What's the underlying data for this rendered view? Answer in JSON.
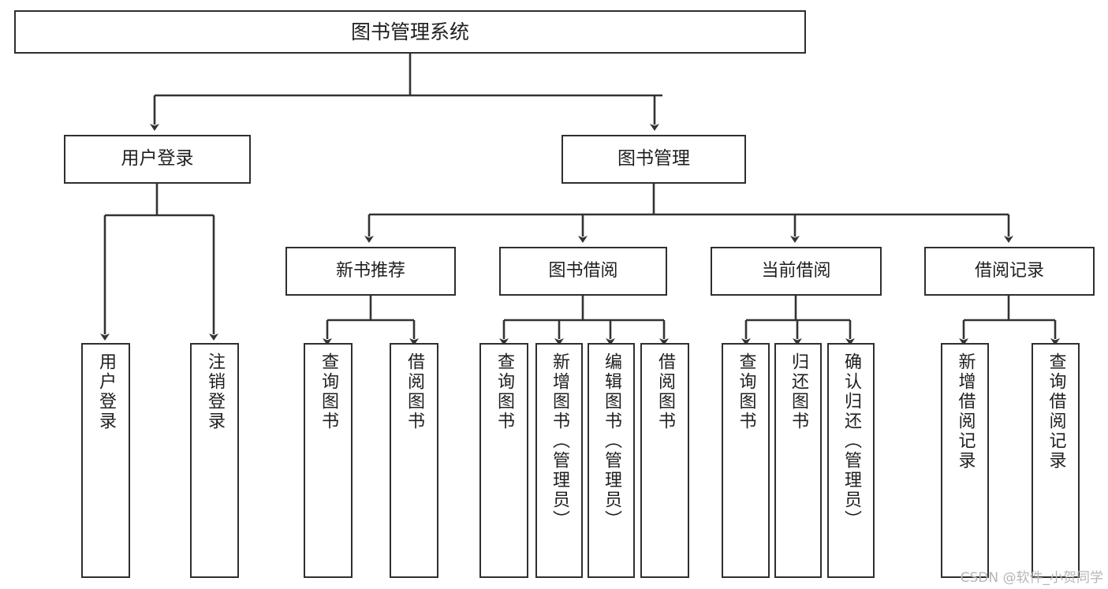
{
  "diagram": {
    "title": "图书管理系统",
    "type": "hierarchy-tree",
    "watermark": "CSDN @软件_小贺同学",
    "colors": {
      "background": "#ffffff",
      "box_border": "#2f2f2f",
      "box_fill": "#ffffff",
      "connector": "#333333",
      "text": "#1f1f1f",
      "watermark": "#b6b6b6"
    }
  },
  "nodes": {
    "root": {
      "label": "图书管理系统"
    },
    "level1": [
      {
        "label": "用户登录"
      },
      {
        "label": "图书管理"
      }
    ],
    "level2": [
      {
        "label": "新书推荐"
      },
      {
        "label": "图书借阅"
      },
      {
        "label": "当前借阅"
      },
      {
        "label": "借阅记录"
      }
    ],
    "leaves": {
      "user_login": [
        {
          "label": "用户登录"
        },
        {
          "label": "注销登录"
        }
      ],
      "new_book_recommend": [
        {
          "label": "查询图书"
        },
        {
          "label": "借阅图书"
        }
      ],
      "book_borrow": [
        {
          "label": "查询图书"
        },
        {
          "label": "新增图书（管理员）"
        },
        {
          "label": "编辑图书（管理员）"
        },
        {
          "label": "借阅图书"
        }
      ],
      "current_borrow": [
        {
          "label": "查询图书"
        },
        {
          "label": "归还图书"
        },
        {
          "label": "确认归还（管理员）"
        }
      ],
      "borrow_records": [
        {
          "label": "新增借阅记录"
        },
        {
          "label": "查询借阅记录"
        }
      ]
    }
  }
}
